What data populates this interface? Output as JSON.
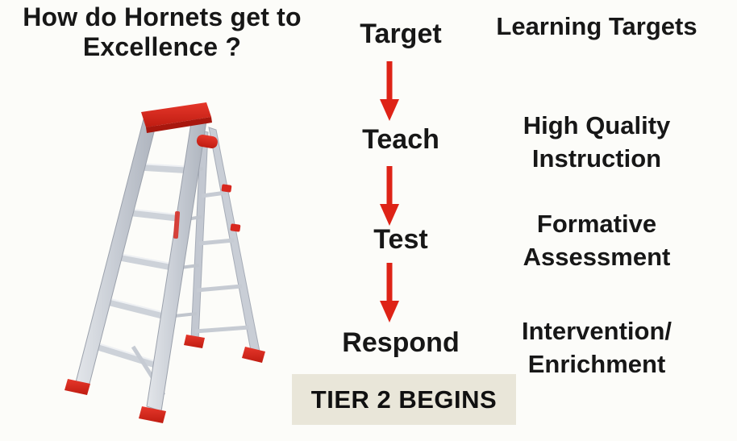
{
  "colors": {
    "background": "#fcfcf9",
    "text": "#171717",
    "arrow_red": "#de2317",
    "badge_bg": "#e9e6d9",
    "ladder_red": "#d8281f",
    "ladder_silver": "#c9ced6"
  },
  "header": {
    "title_line1": "How do Hornets get to",
    "title_line2": "Excellence ?"
  },
  "illustration": {
    "name": "aluminum-step-ladder-photo"
  },
  "flow": {
    "steps": [
      {
        "label": "Target",
        "outcome": "Learning Targets"
      },
      {
        "label": "Teach",
        "outcome": "High Quality Instruction"
      },
      {
        "label": "Test",
        "outcome": "Formative Assessment"
      },
      {
        "label": "Respond",
        "outcome": "Intervention/ Enrichment"
      }
    ],
    "arrow_icon": "down-arrow-icon",
    "badge": "TIER 2 BEGINS"
  }
}
